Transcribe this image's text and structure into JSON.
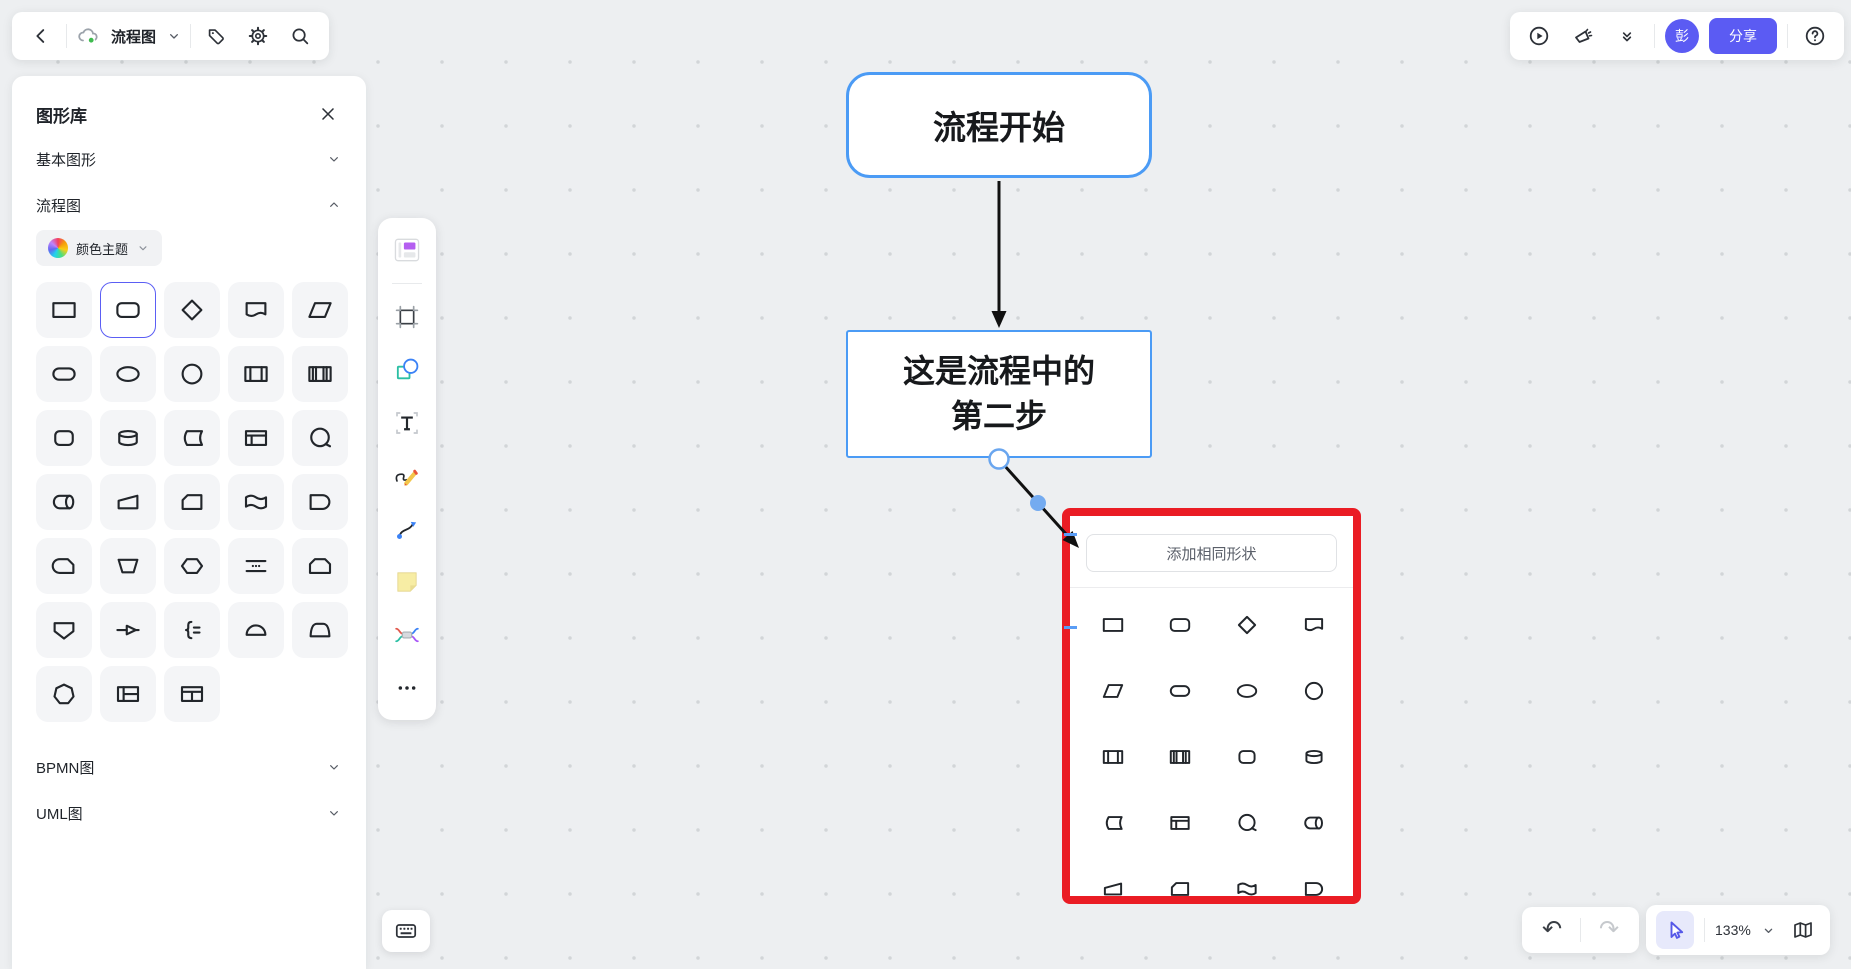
{
  "topbar_left": {
    "doc_title": "流程图",
    "icons": [
      "back-icon",
      "cloud-sync-icon",
      "caret-down-icon",
      "tag-icon",
      "gear-icon",
      "search-icon"
    ]
  },
  "topbar_right": {
    "icons": [
      "play-circle-icon",
      "laser-pointer-icon",
      "double-chevron-down-icon",
      "help-icon"
    ],
    "avatar_initial": "彭",
    "share_label": "分享"
  },
  "library_panel": {
    "title": "图形库",
    "close_icon": "close-icon",
    "sections": {
      "basic": {
        "label": "基本图形",
        "expanded": false
      },
      "flowchart": {
        "label": "流程图",
        "expanded": true
      },
      "bpmn": {
        "label": "BPMN图",
        "expanded": false
      },
      "uml": {
        "label": "UML图",
        "expanded": false
      }
    },
    "theme_selector": {
      "label": "颜色主题",
      "icon": "rainbow-circle-icon"
    },
    "selected_index": 1,
    "shapes": [
      {
        "id": "rectangle"
      },
      {
        "id": "rounded-rectangle"
      },
      {
        "id": "diamond"
      },
      {
        "id": "document"
      },
      {
        "id": "parallelogram"
      },
      {
        "id": "stadium"
      },
      {
        "id": "ellipse"
      },
      {
        "id": "circle"
      },
      {
        "id": "internal-storage"
      },
      {
        "id": "striped-rectangle"
      },
      {
        "id": "rounded-square"
      },
      {
        "id": "cylinder"
      },
      {
        "id": "stored-data"
      },
      {
        "id": "predefined-process"
      },
      {
        "id": "magnetic-tape"
      },
      {
        "id": "direct-data"
      },
      {
        "id": "manual-operation"
      },
      {
        "id": "card"
      },
      {
        "id": "paper-tape"
      },
      {
        "id": "delay"
      },
      {
        "id": "alternate-process"
      },
      {
        "id": "manual-input"
      },
      {
        "id": "preparation"
      },
      {
        "id": "parallel-mode"
      },
      {
        "id": "loop-limit"
      },
      {
        "id": "display-badge"
      },
      {
        "id": "transfer-arrow"
      },
      {
        "id": "annotation"
      },
      {
        "id": "semicircle"
      },
      {
        "id": "curved-trapezoid"
      },
      {
        "id": "heptagon"
      },
      {
        "id": "internal-storage-2"
      },
      {
        "id": "split-window"
      }
    ]
  },
  "tool_dock": {
    "items": [
      "template",
      "frame",
      "shapes",
      "text",
      "draw",
      "connector",
      "sticky-note",
      "mindmap",
      "more"
    ],
    "shortcuts_icon": "keyboard-icon"
  },
  "canvas": {
    "nodes": {
      "start": {
        "text": "流程开始"
      },
      "step2": {
        "line1": "这是流程中的",
        "line2": "第二步"
      }
    },
    "popup": {
      "action_label": "添加相同形状",
      "shape_ids": [
        "rectangle",
        "rounded-rectangle",
        "diamond",
        "document",
        "parallelogram",
        "stadium",
        "ellipse",
        "circle",
        "internal-storage",
        "striped-rectangle",
        "rounded-square",
        "cylinder",
        "stored-data",
        "predefined-process",
        "magnetic-tape",
        "direct-data",
        "manual-operation",
        "card",
        "paper-tape",
        "delay"
      ]
    }
  },
  "footer": {
    "undo_icon": "undo-icon",
    "redo_icon": "redo-icon",
    "zoom_level": "133%",
    "icons": [
      "cursor-icon",
      "caret-down-icon",
      "map-icon"
    ]
  },
  "colors": {
    "accent": "#5b5bf3",
    "node_border": "#4b9bf5",
    "popup_border": "#ea1c24",
    "sync_ok": "#3fbb4f"
  }
}
